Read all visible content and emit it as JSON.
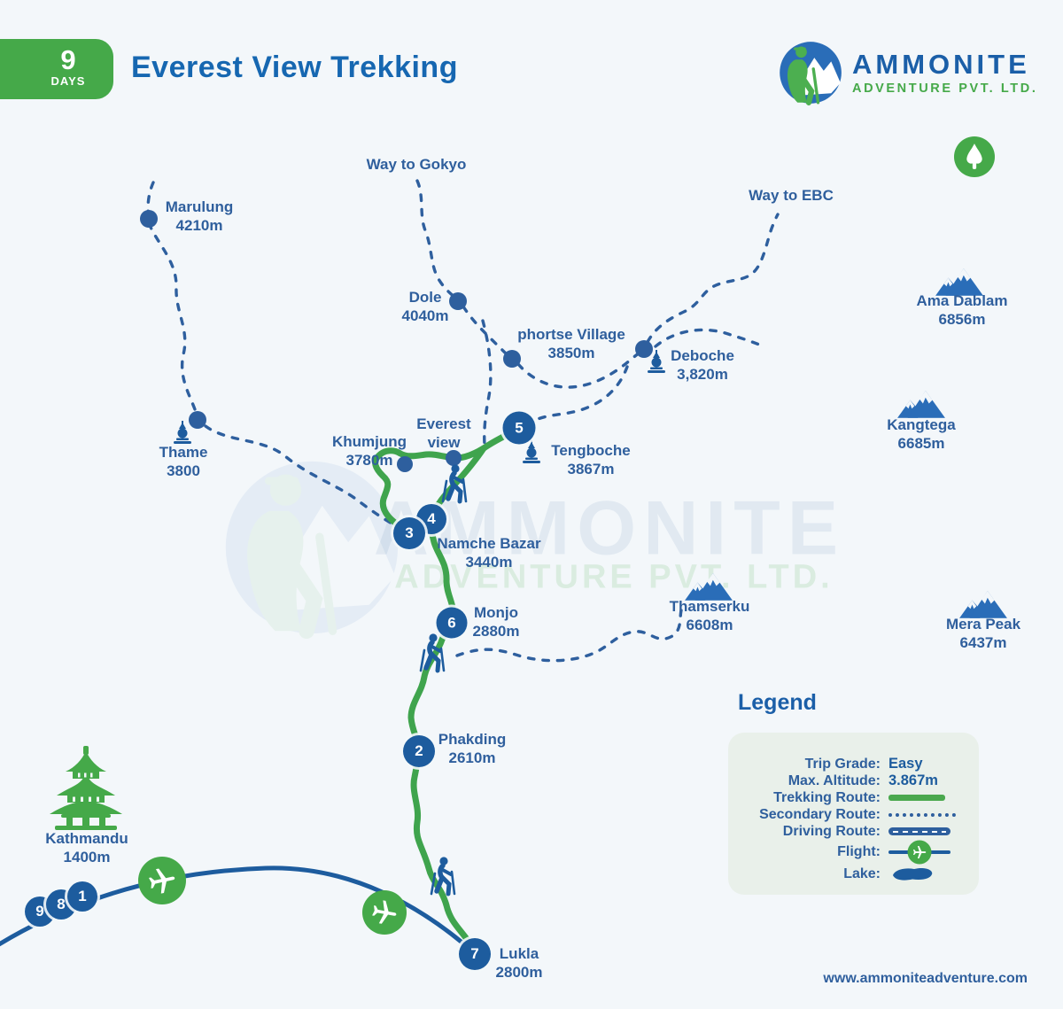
{
  "header": {
    "badge_number": "9",
    "badge_label": "DAYS",
    "title": "Everest View Trekking",
    "brand_name": "AMMONITE",
    "brand_subtitle": "ADVENTURE PVT. LTD."
  },
  "watermark": {
    "line1": "AMMONITE",
    "line2": "ADVENTURE PVT. LTD."
  },
  "directions": {
    "gokyo": "Way to Gokyo",
    "ebc": "Way to EBC"
  },
  "waypoints": {
    "marulung": {
      "name": "Marulung",
      "alt": "4210m"
    },
    "dole": {
      "name": "Dole",
      "alt": "4040m"
    },
    "phortse": {
      "name": "phortse Village",
      "alt": "3850m"
    },
    "deboche": {
      "name": "Deboche",
      "alt": "3,820m"
    },
    "thame": {
      "name": "Thame",
      "alt": "3800"
    },
    "khumjung": {
      "name": "Khumjung",
      "alt": "3780m"
    },
    "everest_view": {
      "name": "Everest",
      "alt": "view"
    },
    "tengboche": {
      "name": "Tengboche",
      "alt": "3867m"
    },
    "namche": {
      "name": "Namche Bazar",
      "alt": "3440m"
    },
    "monjo": {
      "name": "Monjo",
      "alt": "2880m"
    },
    "phakding": {
      "name": "Phakding",
      "alt": "2610m"
    },
    "lukla": {
      "name": "Lukla",
      "alt": "2800m"
    },
    "kathmandu": {
      "name": "Kathmandu",
      "alt": "1400m"
    }
  },
  "peaks": {
    "ama_dablam": {
      "name": "Ama Dablam",
      "alt": "6856m"
    },
    "kangtega": {
      "name": "Kangtega",
      "alt": "6685m"
    },
    "thamserku": {
      "name": "Thamserku",
      "alt": "6608m"
    },
    "mera_peak": {
      "name": "Mera Peak",
      "alt": "6437m"
    }
  },
  "days": [
    "1",
    "2",
    "3",
    "4",
    "5",
    "6",
    "7",
    "8",
    "9"
  ],
  "legend": {
    "title": "Legend",
    "trip_grade_label": "Trip Grade:",
    "trip_grade_value": "Easy",
    "max_altitude_label": "Max. Altitude:",
    "max_altitude_value": "3.867m",
    "trekking_label": "Trekking Route:",
    "secondary_label": "Secondary Route:",
    "driving_label": "Driving Route:",
    "flight_label": "Flight:",
    "lake_label": "Lake:"
  },
  "footer": {
    "website": "www.ammoniteadventure.com"
  },
  "colors": {
    "background": "#f3f7fa",
    "primary_blue": "#1d5c9e",
    "label_blue": "#2f5f9d",
    "title_blue": "#1667b1",
    "route_green": "#3fa44d",
    "badge_green": "#45a949",
    "legend_bg": "#e9f0ea"
  },
  "icons": {
    "brand-logo-icon": "hiker with mountain globe",
    "pagoda-icon": "kathmandu pagoda temple",
    "mountain-icon": "snow peak",
    "stupa-icon": "monastery stupa",
    "hiker-icon": "trekker with poles",
    "plane-icon": "airplane in green circle",
    "tree-icon": "tree in green circle",
    "lake-icon": "lake blob"
  }
}
